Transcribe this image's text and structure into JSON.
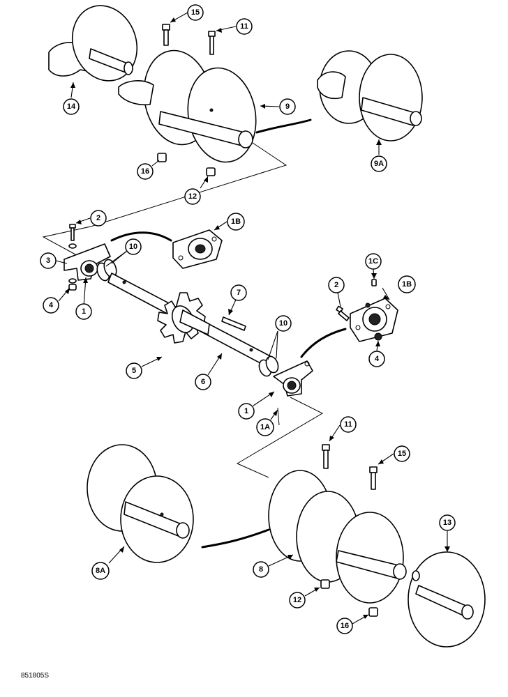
{
  "figure": {
    "code": "851805S"
  },
  "callouts": [
    {
      "id": "c15a",
      "label": "15"
    },
    {
      "id": "c11a",
      "label": "11"
    },
    {
      "id": "c14",
      "label": "14"
    },
    {
      "id": "c9",
      "label": "9"
    },
    {
      "id": "c9a",
      "label": "9A"
    },
    {
      "id": "c16a",
      "label": "16"
    },
    {
      "id": "c12a",
      "label": "12"
    },
    {
      "id": "c2a",
      "label": "2"
    },
    {
      "id": "c1ba",
      "label": "1B"
    },
    {
      "id": "c3",
      "label": "3"
    },
    {
      "id": "c10a",
      "label": "10"
    },
    {
      "id": "c4a",
      "label": "4"
    },
    {
      "id": "c1a",
      "label": "1"
    },
    {
      "id": "c1c",
      "label": "1C"
    },
    {
      "id": "c2b",
      "label": "2"
    },
    {
      "id": "c1bb",
      "label": "1B"
    },
    {
      "id": "c7",
      "label": "7"
    },
    {
      "id": "c10b",
      "label": "10"
    },
    {
      "id": "c4b",
      "label": "4"
    },
    {
      "id": "c5",
      "label": "5"
    },
    {
      "id": "c6",
      "label": "6"
    },
    {
      "id": "c1b",
      "label": "1"
    },
    {
      "id": "c1aa",
      "label": "1A"
    },
    {
      "id": "c11b",
      "label": "11"
    },
    {
      "id": "c15b",
      "label": "15"
    },
    {
      "id": "c13",
      "label": "13"
    },
    {
      "id": "c8a",
      "label": "8A"
    },
    {
      "id": "c8",
      "label": "8"
    },
    {
      "id": "c12b",
      "label": "12"
    },
    {
      "id": "c16b",
      "label": "16"
    }
  ]
}
